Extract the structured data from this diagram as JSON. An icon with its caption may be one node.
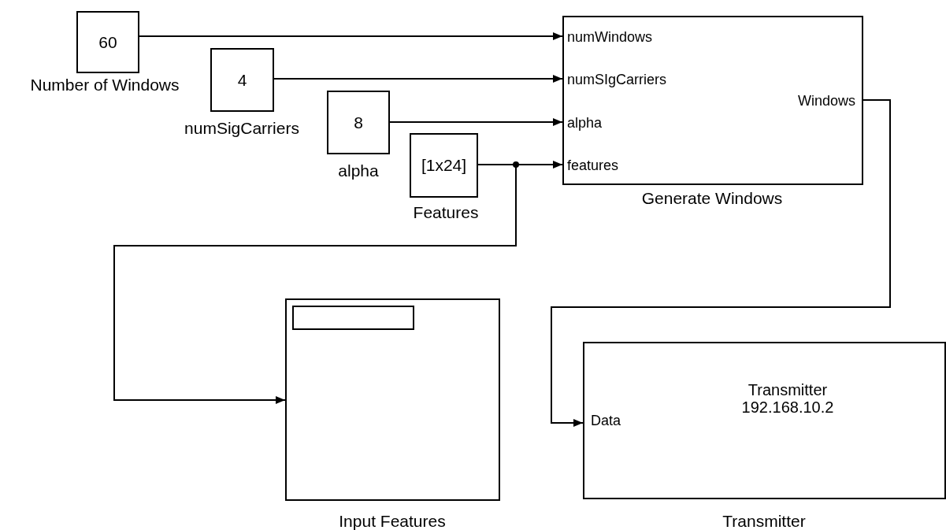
{
  "diagram": {
    "nodes": [
      {
        "text": [
          "60"
        ],
        "beside": [
          "Number of Windows"
        ]
      },
      {
        "text": [
          "4"
        ],
        "beside": [
          "numSigCarriers"
        ]
      },
      {
        "text": [
          "8"
        ],
        "beside": [
          "alpha"
        ]
      },
      {
        "text": [
          "[1x24]"
        ],
        "beside": [
          "Features"
        ]
      },
      {
        "text": [
          "numWindows",
          "numSIgCarriers",
          "alpha",
          "features",
          "Windows"
        ],
        "beside": [
          "Generate Windows"
        ]
      },
      {
        "text": [],
        "shape": "box",
        "beside": [
          "Input Features"
        ]
      },
      {
        "text": [],
        "shape": "box",
        "in": 5
      },
      {
        "text": [
          "Data",
          "Transmitter 192.168.10.2"
        ],
        "beside": [
          "Transmitter"
        ]
      }
    ],
    "edges": [
      {
        "from": 0,
        "to": 4,
        "arrow": "to"
      },
      {
        "from": 1,
        "to": 4,
        "arrow": "to"
      },
      {
        "from": 2,
        "to": 4,
        "arrow": "to"
      },
      {
        "from": 3,
        "to": 4,
        "arrow": "to"
      },
      {
        "from": 3,
        "to": 5,
        "arrow": "to"
      },
      {
        "from": 4,
        "to": 7,
        "arrow": "to"
      }
    ]
  }
}
